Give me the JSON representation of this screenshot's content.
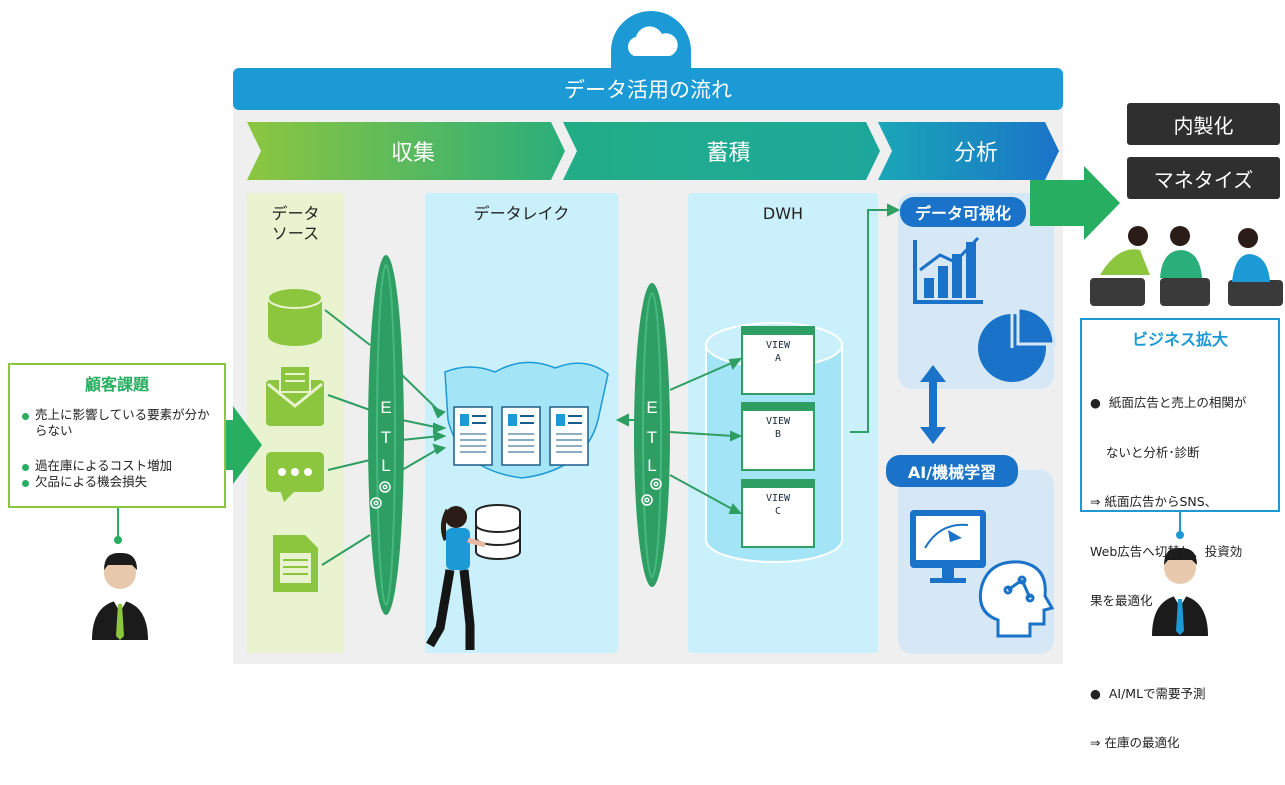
{
  "header": {
    "title": "データ活用の流れ"
  },
  "stages": [
    {
      "label": "収集"
    },
    {
      "label": "蓄積"
    },
    {
      "label": "分析"
    }
  ],
  "columns": {
    "data_source": "データ\nソース",
    "data_lake": "データレイク",
    "dwh": "DWH"
  },
  "etl": {
    "letters": [
      "E",
      "T",
      "L"
    ]
  },
  "views": [
    {
      "label": "VIEW\nA"
    },
    {
      "label": "VIEW\nB"
    },
    {
      "label": "VIEW\nC"
    }
  ],
  "analysis": {
    "visualization": "データ可視化",
    "ml": "AI/機械学習"
  },
  "business": {
    "inhouse": "内製化",
    "monetize": "マネタイズ"
  },
  "customer_issues": {
    "title": "顧客課題",
    "items": [
      "売上に影響している要素が分からない",
      "過在庫によるコスト増加",
      "欠品による機会損失"
    ]
  },
  "business_growth": {
    "title": "ビジネス拡大",
    "lines": [
      "●  紙面広告と売上の相関が",
      "    ないと分析･診断",
      "⇒ 紙面広告からSNS、",
      "Web広告へ切替し、投資効",
      "果を最適化",
      "",
      "●  AI/MLで需要予測",
      "⇒ 在庫の最適化"
    ]
  },
  "colors": {
    "blue": "#1c9ad6",
    "green": "#27ae60",
    "teal": "#1fae8a",
    "etl_green": "#2e9e63",
    "source_bg": "#eaf3cf",
    "lake_bg": "#c9f0fb",
    "analysis_bg": "#d6e7f5",
    "dark_box": "#2f2f2f",
    "pill_blue": "#1a73c8"
  }
}
